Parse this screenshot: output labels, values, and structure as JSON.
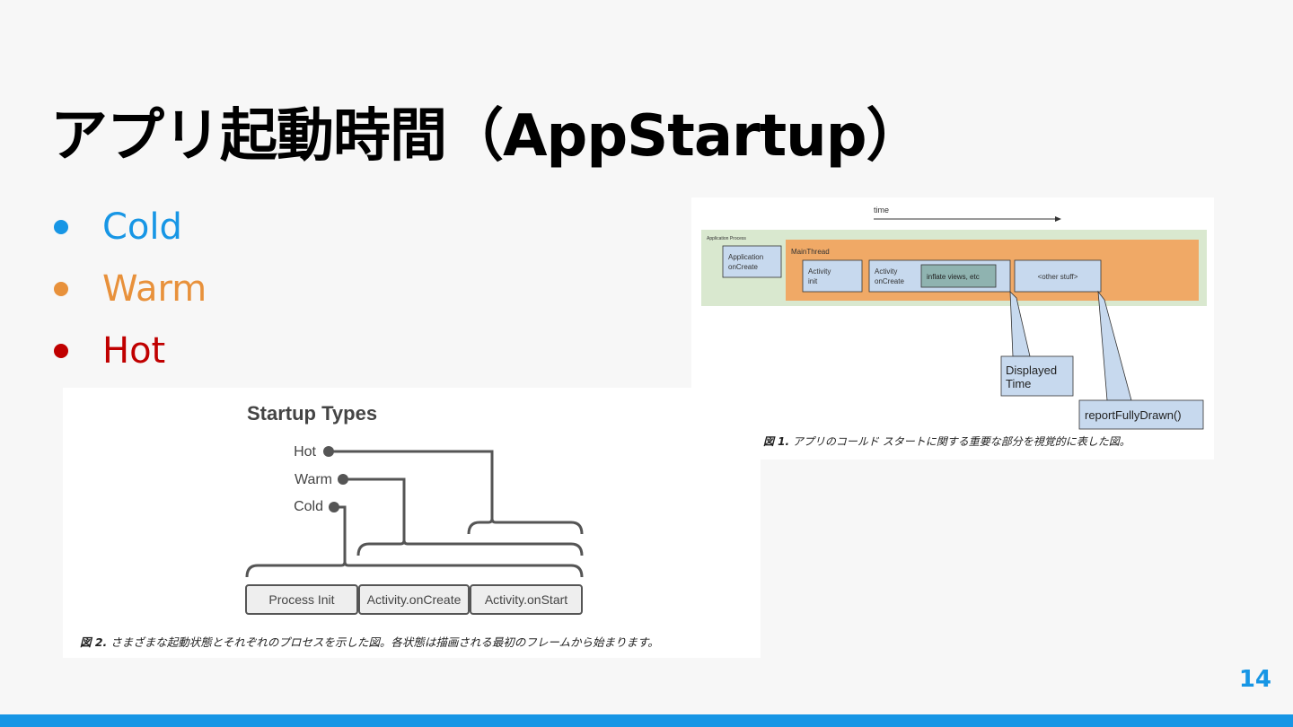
{
  "slide": {
    "title": "アプリ起動時間（AppStartup）",
    "page_number": "14",
    "accent_color": "#1796e5"
  },
  "bullets": [
    {
      "label": "Cold",
      "color": "#1796e5"
    },
    {
      "label": "Warm",
      "color": "#e8913b"
    },
    {
      "label": "Hot",
      "color": "#c00000"
    }
  ],
  "figure1": {
    "time_label": "time",
    "process_label": "Application Process",
    "main_thread_label": "MainThread",
    "app_oncreate": [
      "Application",
      "onCreate"
    ],
    "activity_init": [
      "Activity",
      "init"
    ],
    "activity_oncreate": [
      "Activity",
      "onCreate"
    ],
    "inflate_label": "inflate views, etc",
    "other_label": "<other stuff>",
    "displayed_time": [
      "Displayed",
      "Time"
    ],
    "report_label": "reportFullyDrawn()",
    "caption_prefix": "図 1.",
    "caption_text": " アプリのコールド スタートに関する重要な部分を視覚的に表した図。",
    "colors": {
      "process": "#d9e8cf",
      "main_thread": "#f0a966",
      "box": "#c7d9ee",
      "inflate": "#8fb3b0"
    }
  },
  "figure2": {
    "title": "Startup Types",
    "types": [
      "Hot",
      "Warm",
      "Cold"
    ],
    "stages": [
      "Process Init",
      "Activity.onCreate",
      "Activity.onStart"
    ],
    "caption_prefix": "図 2.",
    "caption_text": " さまざまな起動状態とそれぞれのプロセスを示した図。各状態は描画される最初のフレームから始まります。"
  }
}
